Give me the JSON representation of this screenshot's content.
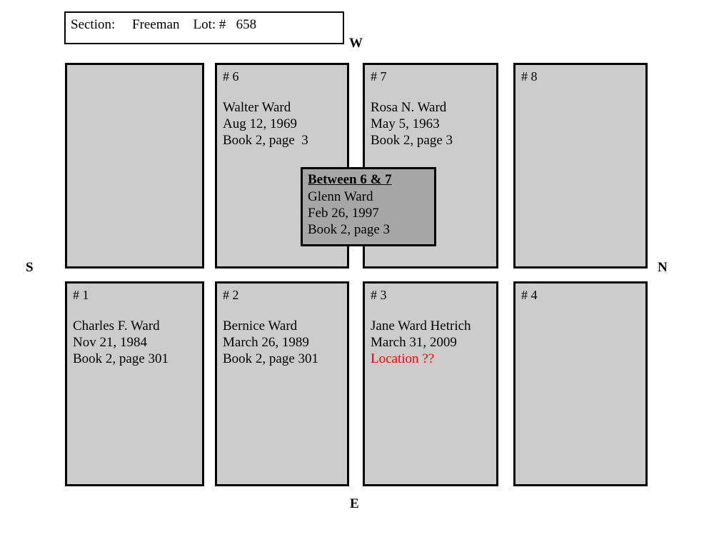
{
  "header": {
    "text": "Section:     Freeman    Lot: #   658"
  },
  "compass": {
    "west": "W",
    "east": "E",
    "south": "S",
    "north": "N"
  },
  "plots": [
    {
      "number": "",
      "name": "",
      "date": "",
      "book": "",
      "alert": ""
    },
    {
      "number": "# 6",
      "name": "Walter Ward",
      "date": "Aug 12, 1969",
      "book": "Book 2, page  3",
      "alert": ""
    },
    {
      "number": "# 7",
      "name": "Rosa N. Ward",
      "date": "May 5, 1963",
      "book": "Book 2, page 3",
      "alert": ""
    },
    {
      "number": "# 8",
      "name": "",
      "date": "",
      "book": "",
      "alert": ""
    },
    {
      "number": "# 1",
      "name": "Charles F. Ward",
      "date": "Nov 21, 1984",
      "book": "Book 2, page 301",
      "alert": ""
    },
    {
      "number": "# 2",
      "name": "Bernice Ward",
      "date": "March 26, 1989",
      "book": "Book 2, page 301",
      "alert": ""
    },
    {
      "number": "# 3",
      "name": "Jane Ward Hetrich",
      "date": "March 31, 2009",
      "book": "",
      "alert": "Location ??"
    },
    {
      "number": "# 4",
      "name": "",
      "date": "",
      "book": "",
      "alert": ""
    }
  ],
  "between": {
    "title": "Between 6 & 7",
    "name": "Glenn Ward",
    "date": "Feb 26, 1997",
    "book": "Book 2, page 3"
  },
  "colors": {
    "plot_fill": "#cccccc",
    "between_fill": "#a6a6a6",
    "alert_text": "#ff0000",
    "border": "#000000"
  }
}
